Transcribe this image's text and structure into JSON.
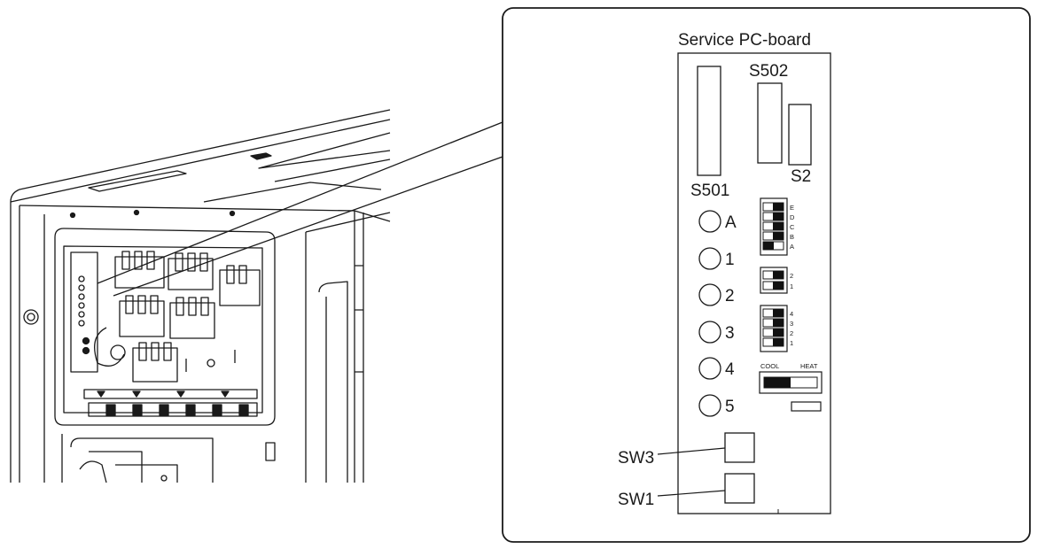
{
  "board": {
    "title": "Service PC-board",
    "connectors": {
      "s501": "S501",
      "s502": "S502",
      "s2": "S2"
    },
    "leds": [
      {
        "label": "A"
      },
      {
        "label": "1"
      },
      {
        "label": "2"
      },
      {
        "label": "3"
      },
      {
        "label": "4"
      },
      {
        "label": "5"
      }
    ],
    "dip_group_1": {
      "labels": [
        "E",
        "D",
        "C",
        "B",
        "A"
      ],
      "on_states": [
        true,
        true,
        true,
        true,
        false
      ]
    },
    "dip_group_2": {
      "labels": [
        "2",
        "1"
      ],
      "on_states": [
        true,
        true
      ]
    },
    "dip_group_3": {
      "labels": [
        "4",
        "3",
        "2",
        "1"
      ],
      "on_states": [
        true,
        true,
        true,
        true
      ]
    },
    "mode_switch": {
      "cool_label": "COOL",
      "heat_label": "HEAT",
      "position": "COOL"
    },
    "switches": {
      "sw3": "SW3",
      "sw1": "SW1"
    }
  },
  "colors": {
    "line": "#1a1a1a",
    "fill_dark": "#111111",
    "background": "#ffffff"
  }
}
